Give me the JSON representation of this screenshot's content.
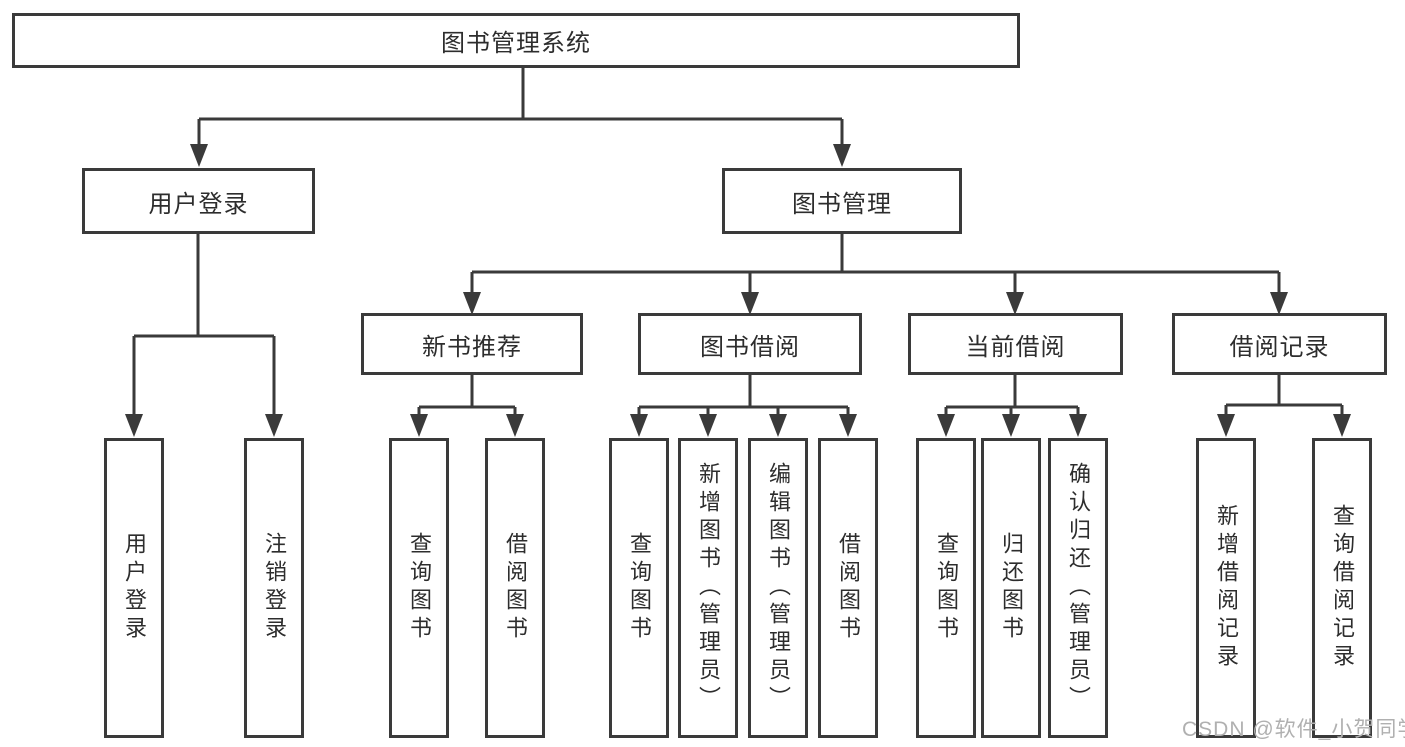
{
  "diagram": {
    "type": "hierarchy",
    "tree": {
      "root": {
        "label": "图书管理系统",
        "children": [
          {
            "label": "用户登录",
            "children": [
              {
                "label": "用户登录"
              },
              {
                "label": "注销登录"
              }
            ]
          },
          {
            "label": "图书管理",
            "children": [
              {
                "label": "新书推荐",
                "children": [
                  {
                    "label": "查询图书"
                  },
                  {
                    "label": "借阅图书"
                  }
                ]
              },
              {
                "label": "图书借阅",
                "children": [
                  {
                    "label": "查询图书"
                  },
                  {
                    "label": "新增图书（管理员）"
                  },
                  {
                    "label": "编辑图书（管理员）"
                  },
                  {
                    "label": "借阅图书"
                  }
                ]
              },
              {
                "label": "当前借阅",
                "children": [
                  {
                    "label": "查询图书"
                  },
                  {
                    "label": "归还图书"
                  },
                  {
                    "label": "确认归还（管理员）"
                  }
                ]
              },
              {
                "label": "借阅记录",
                "children": [
                  {
                    "label": "新增借阅记录"
                  },
                  {
                    "label": "查询借阅记录"
                  }
                ]
              }
            ]
          }
        ]
      }
    },
    "colors": {
      "line": "#3a3a3a",
      "box_border": "#3a3a3a",
      "text": "#2d2d2d",
      "watermark": "#b0b0b0",
      "background": "#ffffff"
    }
  },
  "watermark": {
    "text": "CSDN @软件_小贺同学"
  }
}
